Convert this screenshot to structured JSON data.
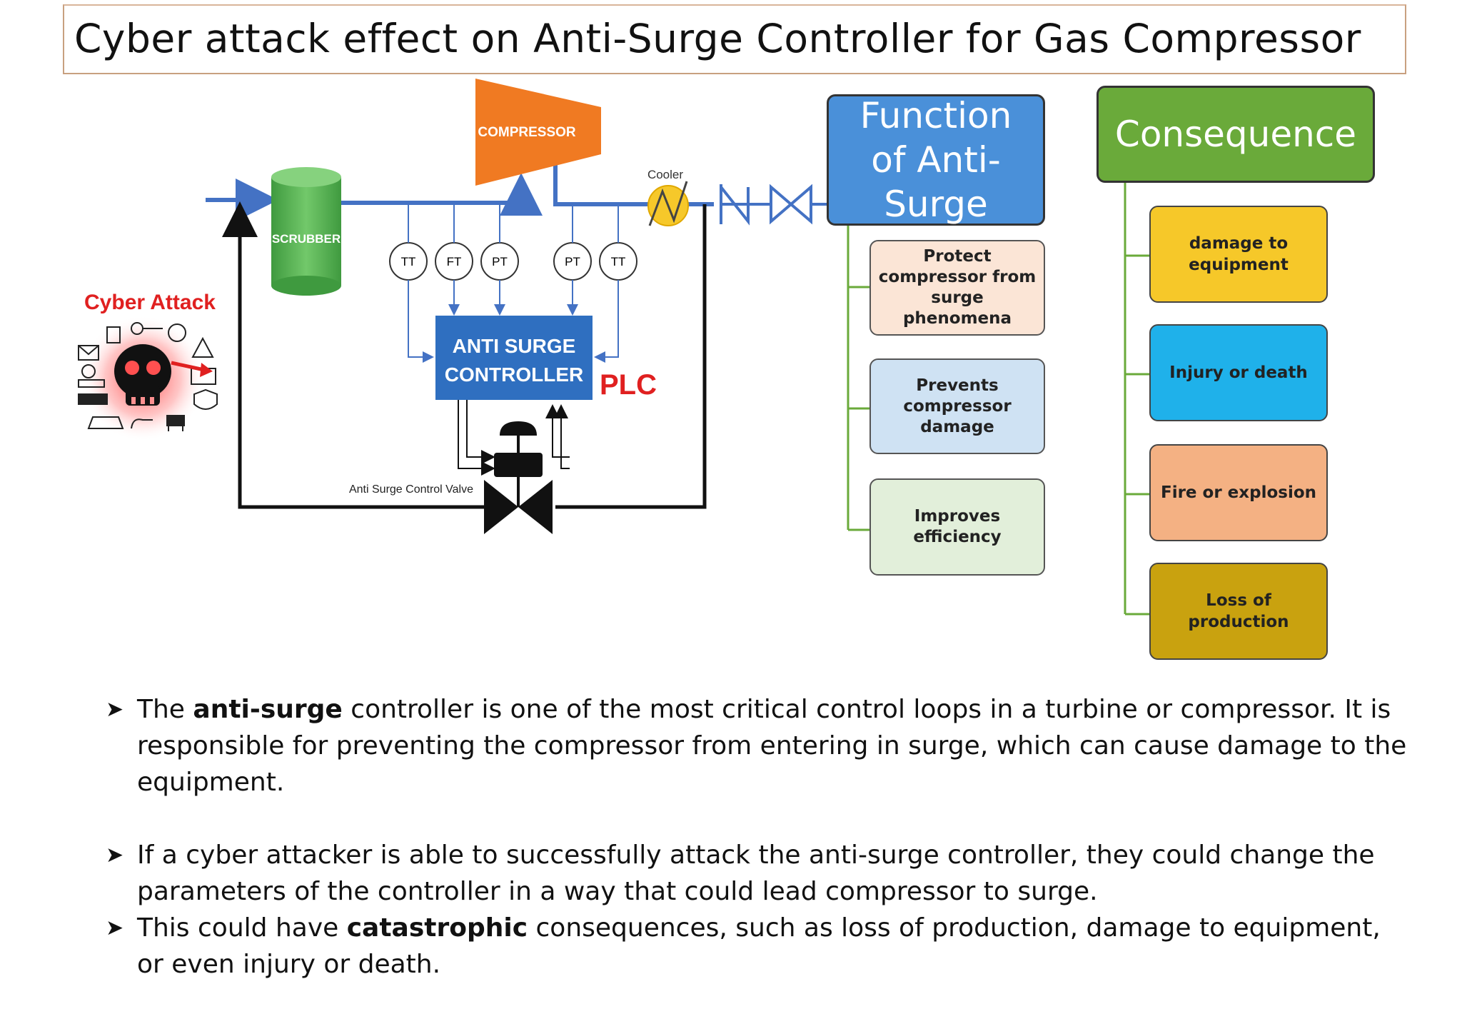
{
  "title": "Cyber attack effect on Anti-Surge Controller for Gas Compressor",
  "diagram": {
    "compressor": "COMPRESSOR",
    "scrubber": "SCRUBBER",
    "cooler": "Cooler",
    "controller_line1": "ANTI SURGE",
    "controller_line2": "CONTROLLER",
    "plc": "PLC",
    "valve_label": "Anti Surge Control Valve",
    "cyber_attack": "Cyber Attack",
    "instruments": [
      "TT",
      "FT",
      "PT",
      "PT",
      "TT"
    ]
  },
  "function": {
    "header": "Function of Anti-Surge",
    "items": [
      "Protect compressor from surge phenomena",
      "Prevents compressor damage",
      "Improves efficiency"
    ]
  },
  "consequence": {
    "header": "Consequence",
    "items": [
      "damage to equipment",
      "Injury or death",
      "Fire or explosion",
      "Loss of production"
    ]
  },
  "bullets": {
    "b1_pre": "The ",
    "b1_bold": "anti-surge",
    "b1_post": " controller is one of the most critical control loops in a turbine or compressor. It is responsible for preventing the compressor from entering in surge, which can cause damage to the equipment.",
    "b2": "If a cyber attacker is able to successfully attack the anti-surge controller, they could change the parameters of the controller in a way that could lead compressor to surge.",
    "b3_pre": "This could have ",
    "b3_bold": "catastrophic",
    "b3_post": " consequences, such as loss of production, damage to equipment, or even injury or death."
  },
  "colors": {
    "pipe_blue": "#4472c4",
    "compressor_orange": "#f07a22",
    "scrubber_green": "#5cb85c",
    "controller_blue": "#2f6fc0",
    "cooler_yellow": "#f6c82a",
    "function_header": "#4a90d9",
    "consequence_header": "#6aaa3a",
    "fn1": "#fbe5d6",
    "fn2": "#cfe2f3",
    "fn3": "#e2efda",
    "cq1": "#f6c829",
    "cq2": "#1fb1ea",
    "cq3": "#f4b183",
    "cq4": "#c9a20f",
    "attack_red": "#e02020"
  }
}
